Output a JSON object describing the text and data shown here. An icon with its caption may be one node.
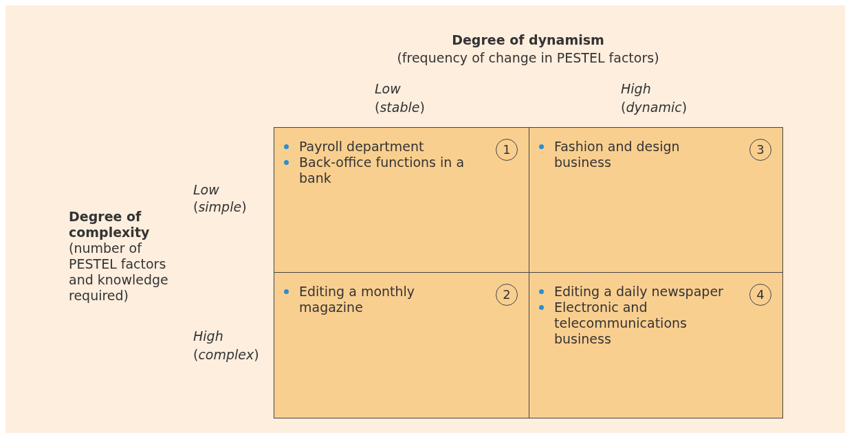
{
  "diagram": {
    "nodes": [
      {
        "text": [
          "Payroll department",
          "Back-office functions in a bank"
        ]
      },
      {
        "text": [
          "1"
        ],
        "in": 0
      },
      {
        "text": [
          "Fashion and design business"
        ]
      },
      {
        "text": [
          "3"
        ],
        "in": 2
      },
      {
        "text": [
          "Editing a monthly magazine"
        ]
      },
      {
        "text": [
          "2"
        ],
        "in": 4
      },
      {
        "text": [
          "Editing a daily newspaper",
          "Electronic and telecommunications business"
        ]
      },
      {
        "text": [
          "4"
        ],
        "in": 6
      }
    ],
    "edges": [],
    "labels": [
      "Degree of dynamism",
      "(frequency of change in PESTEL factors)",
      "Low",
      "(*stable*)",
      "High",
      "(*dynamic*)",
      "Low",
      "(*simple*)",
      "Degree of complexity",
      "(number of PESTEL factors and knowledge required)",
      "High",
      "(*complex*)"
    ]
  }
}
